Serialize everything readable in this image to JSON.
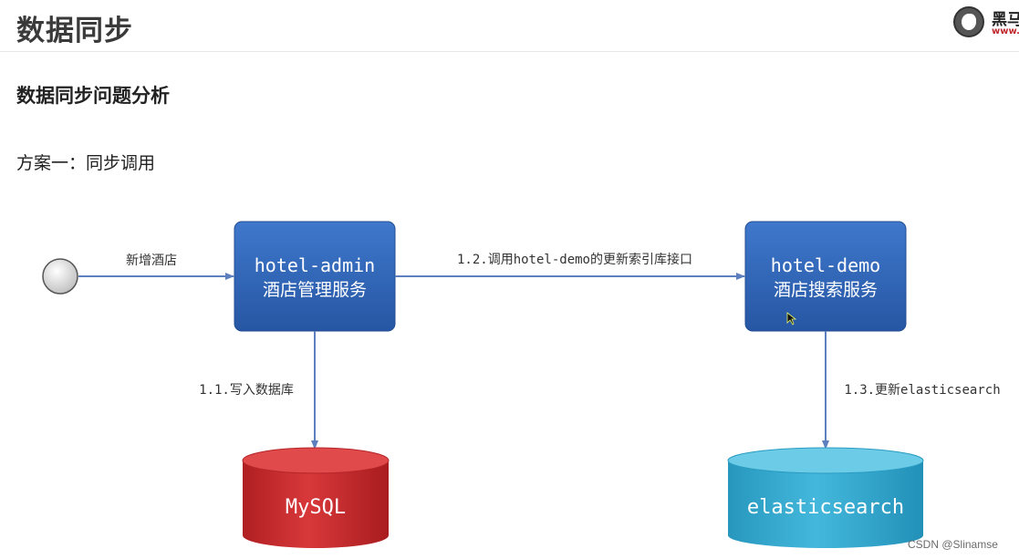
{
  "header": {
    "title": "数据同步",
    "logo_text": "黑马",
    "logo_url": "www.it"
  },
  "section_title": "数据同步问题分析",
  "plan_title": "方案一：同步调用",
  "diagram": {
    "start_edge_label": "新增酒店",
    "admin_service": {
      "line1": "hotel-admin",
      "line2": "酒店管理服务"
    },
    "demo_service": {
      "line1": "hotel-demo",
      "line2": "酒店搜索服务"
    },
    "call_edge_label": "1.2.调用hotel-demo的更新索引库接口",
    "mysql_edge_label": "1.1.写入数据库",
    "es_edge_label": "1.3.更新elasticsearch",
    "mysql_label": "MySQL",
    "es_label": "elasticsearch"
  },
  "colors": {
    "service_box": "#2f62b2",
    "arrow": "#5b7fbf",
    "mysql": "#c8282b",
    "elasticsearch": "#3aaed0"
  },
  "watermark": "CSDN @Slinamse"
}
